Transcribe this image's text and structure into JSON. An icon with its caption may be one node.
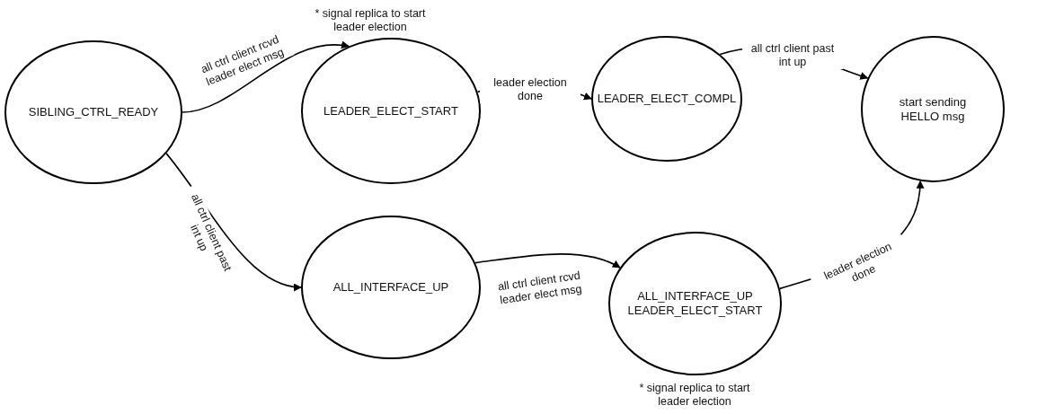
{
  "diagram": {
    "nodes": [
      {
        "text": [
          "SIBLING_CTRL_READY"
        ]
      },
      {
        "text": [
          "LEADER_ELECT_START"
        ],
        "beside": [
          "* signal replica to start leader election"
        ]
      },
      {
        "text": [
          "LEADER_ELECT_COMPL"
        ]
      },
      {
        "text": [
          "start sending HELLO msg"
        ]
      },
      {
        "text": [
          "ALL_INTERFACE_UP"
        ]
      },
      {
        "text": [
          "ALL_INTERFACE_UP LEADER_ELECT_START"
        ],
        "beside": [
          "* signal replica to start leader election"
        ]
      }
    ],
    "edges": [
      {
        "from": 0,
        "to": 1,
        "arrow": "to",
        "label": "all ctrl client rcvd leader elect msg"
      },
      {
        "from": 1,
        "to": 2,
        "arrow": "to",
        "label": "leader election done"
      },
      {
        "from": 2,
        "to": 3,
        "arrow": "to",
        "label": "all ctrl client past int up"
      },
      {
        "from": 0,
        "to": 4,
        "arrow": "to",
        "label": "all ctrl client past int up"
      },
      {
        "from": 4,
        "to": 5,
        "arrow": "to",
        "label": "all ctrl client rcvd leader elect msg"
      },
      {
        "from": 5,
        "to": 3,
        "arrow": "to",
        "label": "leader election done"
      }
    ]
  }
}
